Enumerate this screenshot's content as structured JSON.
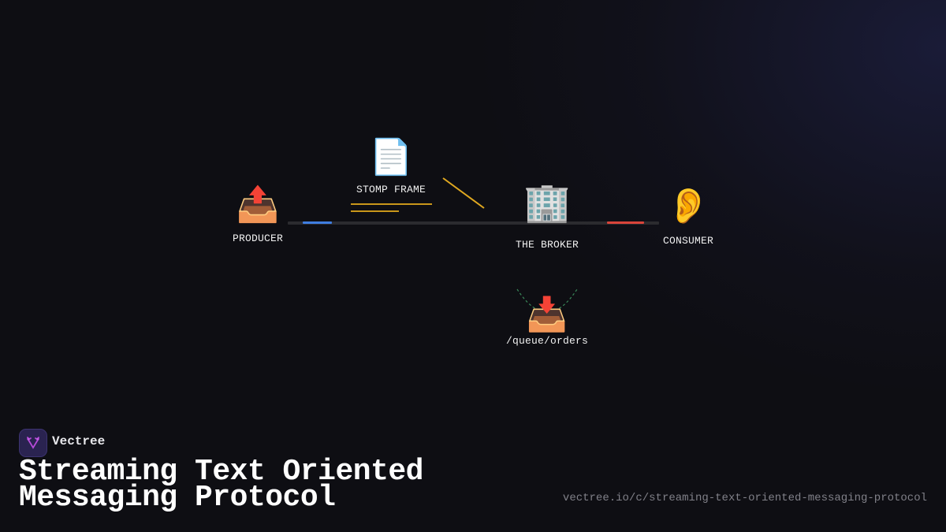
{
  "diagram": {
    "nodes": {
      "producer": {
        "icon": "📤",
        "label": "PRODUCER"
      },
      "frame": {
        "icon": "📄",
        "label": "STOMP FRAME"
      },
      "broker": {
        "icon": "🏢",
        "label": "THE BROKER"
      },
      "consumer": {
        "icon": "👂",
        "label": "CONSUMER"
      },
      "queue": {
        "icon": "📥",
        "label": "/queue/orders"
      }
    },
    "colors": {
      "track": "#2b2b2f",
      "producer_segment": "#3f7de0",
      "consumer_segment": "#d9443a",
      "frame_lines": "#c9961a",
      "frame_arrow": "#e0a820",
      "queue_arc": "#3a8a5a"
    }
  },
  "footer": {
    "brand": "Vectree",
    "title_line1": "Streaming Text Oriented",
    "title_line2": "Messaging Protocol",
    "url": "vectree.io/c/streaming-text-oriented-messaging-protocol"
  }
}
